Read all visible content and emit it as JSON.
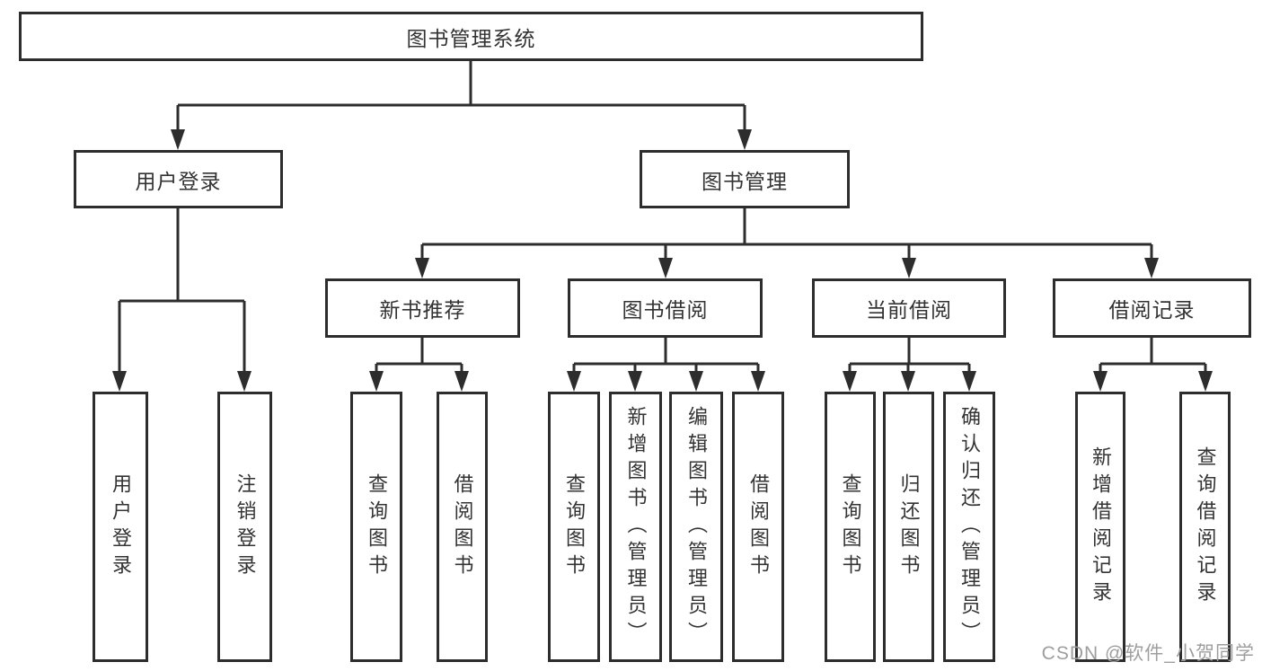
{
  "diagram": {
    "type": "hierarchy-tree",
    "root": {
      "label": "图书管理系统"
    },
    "level2": [
      {
        "id": "user-login",
        "label": "用户登录",
        "parent": "图书管理系统"
      },
      {
        "id": "book-management",
        "label": "图书管理",
        "parent": "图书管理系统"
      }
    ],
    "level3": [
      {
        "id": "new-book-recommend",
        "label": "新书推荐",
        "parent": "图书管理"
      },
      {
        "id": "book-borrowing",
        "label": "图书借阅",
        "parent": "图书管理"
      },
      {
        "id": "current-borrowing",
        "label": "当前借阅",
        "parent": "图书管理"
      },
      {
        "id": "borrowing-records",
        "label": "借阅记录",
        "parent": "图书管理"
      }
    ],
    "leaves": [
      {
        "label": "用户登录",
        "parent": "用户登录"
      },
      {
        "label": "注销登录",
        "parent": "用户登录"
      },
      {
        "label": "查询图书",
        "parent": "新书推荐"
      },
      {
        "label": "借阅图书",
        "parent": "新书推荐"
      },
      {
        "label": "查询图书",
        "parent": "图书借阅"
      },
      {
        "label": "新增图书（管理员）",
        "parent": "图书借阅"
      },
      {
        "label": "编辑图书（管理员）",
        "parent": "图书借阅"
      },
      {
        "label": "借阅图书",
        "parent": "图书借阅"
      },
      {
        "label": "查询图书",
        "parent": "当前借阅"
      },
      {
        "label": "归还图书",
        "parent": "当前借阅"
      },
      {
        "label": "确认归还（管理员）",
        "parent": "当前借阅"
      },
      {
        "label": "新增借阅记录",
        "parent": "借阅记录"
      },
      {
        "label": "查询借阅记录",
        "parent": "借阅记录"
      }
    ]
  },
  "watermark": {
    "text": "CSDN @软件_小贺同学",
    "color": "#9e9e9e"
  },
  "colors": {
    "line": "#2d2d2d",
    "box_border": "#2d2d2d",
    "text": "#333333",
    "watermark": "#9e9e9e",
    "background": "#ffffff"
  }
}
